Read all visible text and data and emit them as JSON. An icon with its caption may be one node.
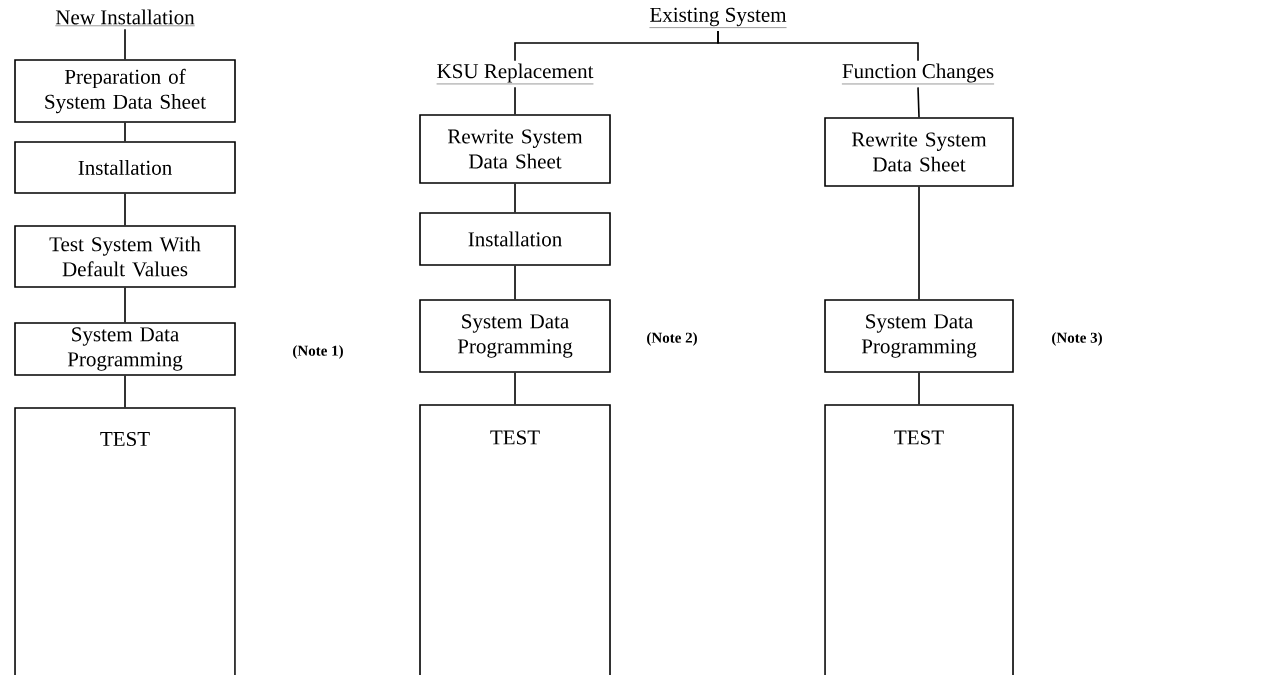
{
  "diagram": {
    "nodes": [
      {
        "text": [
          "New Installation"
        ]
      },
      {
        "text": [
          "Preparation of System Data Sheet"
        ]
      },
      {
        "text": [
          "Installation"
        ]
      },
      {
        "text": [
          "Test System With Default Values"
        ]
      },
      {
        "text": [
          "System Data Programming"
        ],
        "beside": [
          "(Note 1)"
        ]
      },
      {
        "text": [
          "TEST"
        ]
      },
      {
        "text": [
          "Existing System"
        ]
      },
      {
        "text": [
          "KSU Replacement"
        ]
      },
      {
        "text": [
          "Rewrite System Data Sheet"
        ]
      },
      {
        "text": [
          "Installation"
        ]
      },
      {
        "text": [
          "System Data Programming"
        ],
        "beside": [
          "(Note 2)"
        ]
      },
      {
        "text": [
          "TEST"
        ]
      },
      {
        "text": [
          "Function Changes"
        ]
      },
      {
        "text": [
          "Rewrite System Data Sheet"
        ]
      },
      {
        "text": [
          "System Data Programming"
        ],
        "beside": [
          "(Note 3)"
        ]
      },
      {
        "text": [
          "TEST"
        ]
      }
    ],
    "edges": [
      {
        "from": 0,
        "to": 1,
        "arrow": "none"
      },
      {
        "from": 1,
        "to": 2,
        "arrow": "none"
      },
      {
        "from": 2,
        "to": 3,
        "arrow": "none"
      },
      {
        "from": 3,
        "to": 4,
        "arrow": "none"
      },
      {
        "from": 4,
        "to": 5,
        "arrow": "none"
      },
      {
        "from": 6,
        "to": 7,
        "arrow": "none"
      },
      {
        "from": 6,
        "to": 12,
        "arrow": "none"
      },
      {
        "from": 7,
        "to": 8,
        "arrow": "none"
      },
      {
        "from": 8,
        "to": 9,
        "arrow": "none"
      },
      {
        "from": 9,
        "to": 10,
        "arrow": "none"
      },
      {
        "from": 10,
        "to": 11,
        "arrow": "none"
      },
      {
        "from": 12,
        "to": 13,
        "arrow": "none"
      },
      {
        "from": 13,
        "to": 14,
        "arrow": "none"
      },
      {
        "from": 14,
        "to": 15,
        "arrow": "none"
      }
    ]
  }
}
